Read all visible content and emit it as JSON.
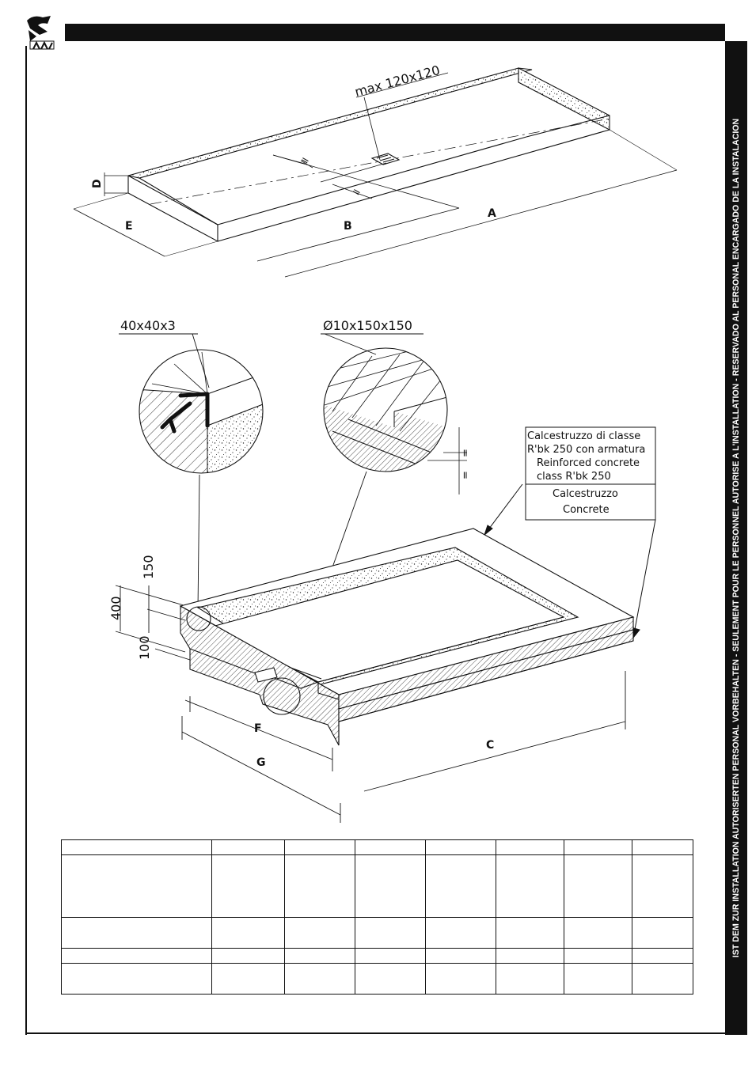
{
  "sidebar": {
    "text": "IST DEM ZUR INSTALLATION AUTORISERTEN PERSONAL VORBEHALTEN - SEULEMENT POUR LE PERSONNEL AUTORISE A L'INSTALLATION - RESERVADO AL PERSONAL ENCARGADO DE LA INSTALACION"
  },
  "top_drawing": {
    "grate_label": "max 120x120",
    "dim_a": "A",
    "dim_b": "B",
    "dim_d": "D",
    "dim_e": "E",
    "equal_1": "=",
    "equal_2": "="
  },
  "detail_left": {
    "label": "40x40x3"
  },
  "detail_right": {
    "label": "Ø10x150x150",
    "equal_1": "=",
    "equal_2": "="
  },
  "legend": {
    "line1": "Calcestruzzo di classe",
    "line2": "R'bk 250 con armatura",
    "line3": "Reinforced concrete",
    "line4": "class R'bk 250",
    "line5": "Calcestruzzo",
    "line6": "Concrete"
  },
  "section": {
    "dim_150": "150",
    "dim_400": "400",
    "dim_100": "100",
    "dim_c": "C",
    "dim_f": "F",
    "dim_g": "G"
  },
  "table": {
    "rows": [
      [
        "",
        "",
        "",
        "",
        "",
        "",
        "",
        ""
      ],
      [
        "",
        "",
        "",
        "",
        "",
        "",
        "",
        ""
      ],
      [
        "",
        "",
        "",
        "",
        "",
        "",
        "",
        ""
      ],
      [
        "",
        "",
        "",
        "",
        "",
        "",
        "",
        ""
      ],
      [
        "",
        "",
        "",
        "",
        "",
        "",
        "",
        ""
      ]
    ]
  }
}
